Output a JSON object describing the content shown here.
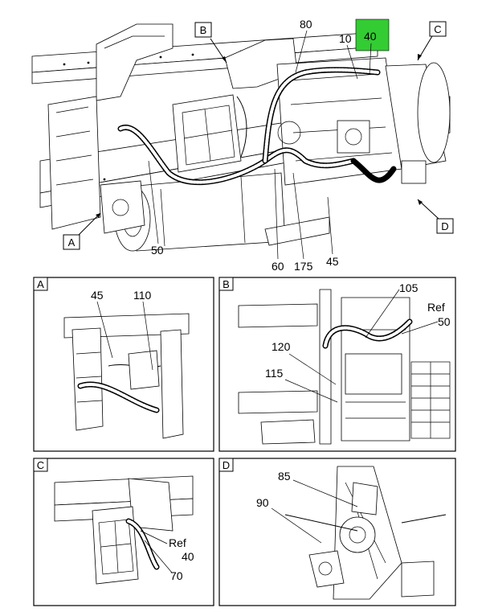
{
  "highlight_color": "#33cc33",
  "main_view": {
    "view_markers": [
      "A",
      "B",
      "C",
      "D"
    ],
    "callouts": [
      "80",
      "10",
      "40",
      "50",
      "60",
      "175",
      "45"
    ]
  },
  "detail_a": {
    "title": "A",
    "callouts": [
      "45",
      "110"
    ]
  },
  "detail_b": {
    "title": "B",
    "callouts": [
      "105",
      "Ref",
      "50",
      "120",
      "115"
    ]
  },
  "detail_c": {
    "title": "C",
    "callouts": [
      "Ref",
      "40",
      "70"
    ]
  },
  "detail_d": {
    "title": "D",
    "callouts": [
      "85",
      "90"
    ]
  }
}
